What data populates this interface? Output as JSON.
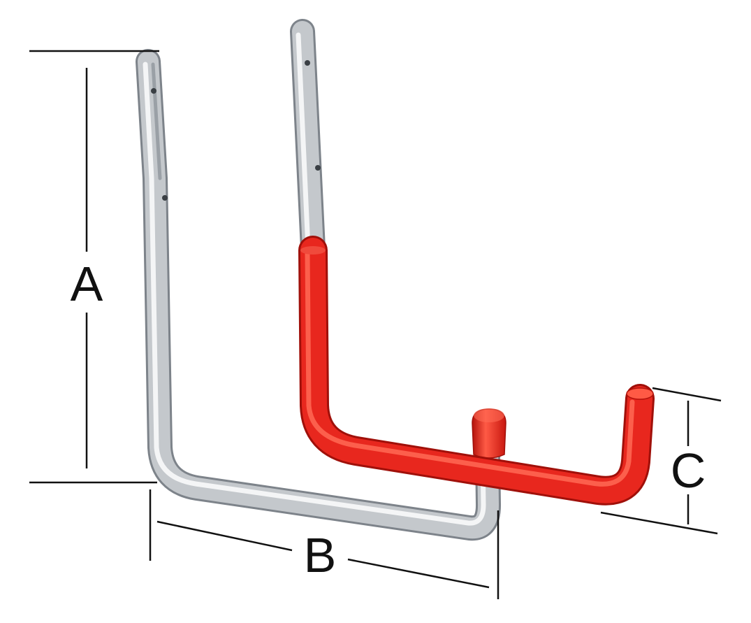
{
  "labels": {
    "a": "A",
    "b": "B",
    "c": "C"
  },
  "colors": {
    "background": "#ffffff",
    "dimension_line": "#111111",
    "steel": "#c7cbcf",
    "steel_highlight": "#f2f3f4",
    "steel_shadow": "#8f959b",
    "red_coating": "#e8271e",
    "red_highlight": "#ff6a55",
    "red_shadow": "#b3120b"
  }
}
